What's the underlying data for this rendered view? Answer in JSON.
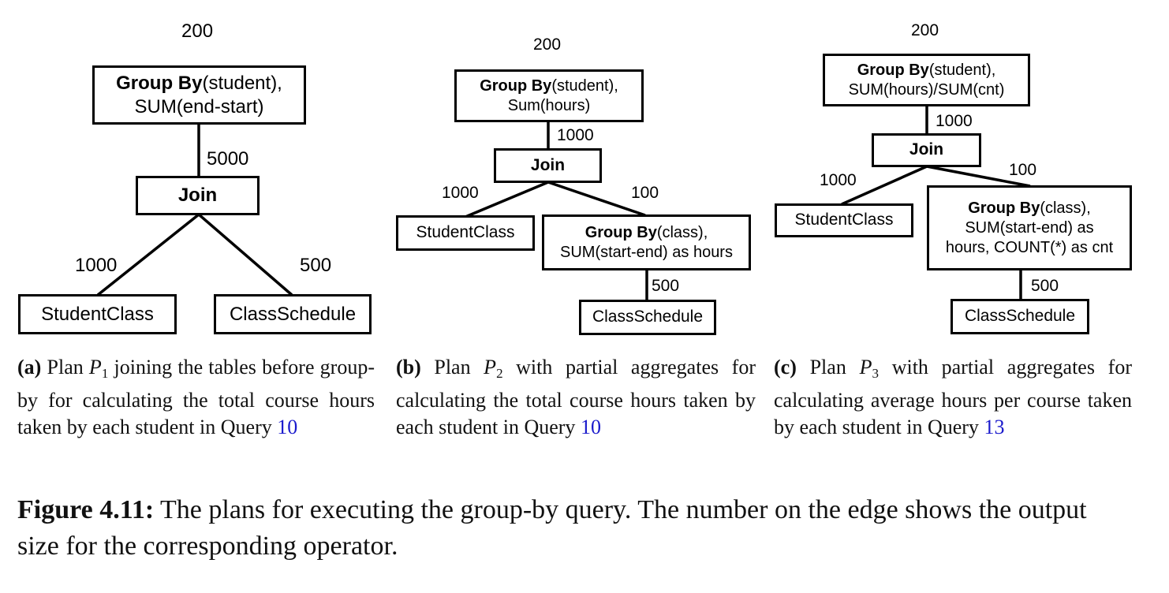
{
  "panel_a": {
    "top_count": "200",
    "groupby": {
      "bold": "Group By",
      "rest": "(student),",
      "line2": "SUM(end-start)"
    },
    "edge_groupby_join": "5000",
    "join": "Join",
    "edge_left": "1000",
    "edge_right": "500",
    "left_table": "StudentClass",
    "right_table": "ClassSchedule",
    "caption": {
      "tag": "(a)",
      "pre": " Plan ",
      "var": "P",
      "sub": "1",
      "post": " joining the tables before group-by for calculating the total course hours taken by each student in Query ",
      "ref": "10"
    }
  },
  "panel_b": {
    "top_count": "200",
    "groupby": {
      "bold": "Group By",
      "rest": "(student),",
      "line2": "Sum(hours)"
    },
    "edge_groupby_join": "1000",
    "join": "Join",
    "edge_left": "1000",
    "edge_right": "100",
    "left_table": "StudentClass",
    "partial_groupby": {
      "bold": "Group By",
      "rest": "(class),",
      "line2": "SUM(start-end) as hours"
    },
    "edge_bottom": "500",
    "bottom_table": "ClassSchedule",
    "caption": {
      "tag": "(b)",
      "pre": " Plan ",
      "var": "P",
      "sub": "2",
      "post": " with partial aggregates for calculating the total course hours taken by each student in Query ",
      "ref": "10"
    }
  },
  "panel_c": {
    "top_count": "200",
    "groupby": {
      "bold": "Group By",
      "rest": "(student),",
      "line2": "SUM(hours)/SUM(cnt)"
    },
    "edge_groupby_join": "1000",
    "join": "Join",
    "edge_left": "1000",
    "edge_right": "100",
    "left_table": "StudentClass",
    "partial_groupby": {
      "bold": "Group By",
      "rest": "(class),",
      "line2": "SUM(start-end) as",
      "line3": "hours, COUNT(*) as cnt"
    },
    "edge_bottom": "500",
    "bottom_table": "ClassSchedule",
    "caption": {
      "tag": "(c)",
      "pre": " Plan ",
      "var": "P",
      "sub": "3",
      "post": " with partial aggregates for calculating average hours per course taken by each student in Query ",
      "ref": "13"
    }
  },
  "figure_caption": {
    "tag": "Figure 4.11:",
    "text": " The plans for executing the group-by query. The number on the edge shows the output size for the corresponding operator."
  }
}
